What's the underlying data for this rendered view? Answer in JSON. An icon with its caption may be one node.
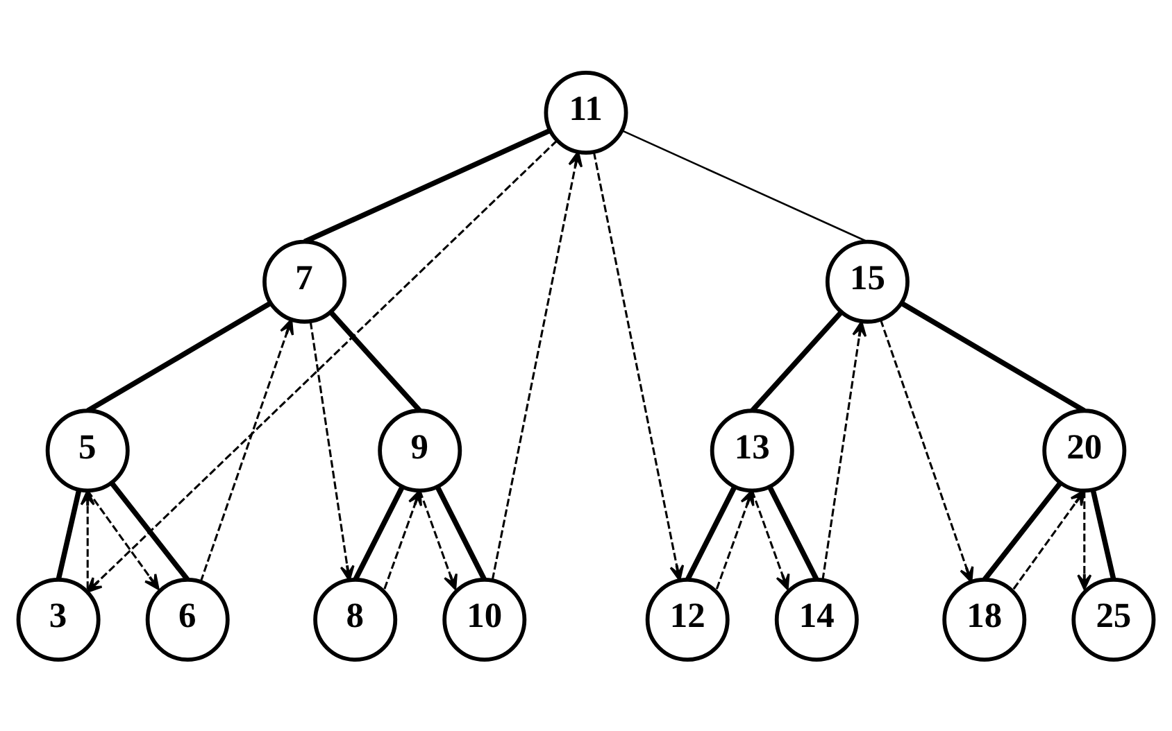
{
  "diagram": {
    "nodes": [
      {
        "text": [
          "11"
        ]
      },
      {
        "text": [
          "7"
        ]
      },
      {
        "text": [
          "15"
        ]
      },
      {
        "text": [
          "5"
        ]
      },
      {
        "text": [
          "9"
        ]
      },
      {
        "text": [
          "13"
        ]
      },
      {
        "text": [
          "20"
        ]
      },
      {
        "text": [
          "3"
        ]
      },
      {
        "text": [
          "6"
        ]
      },
      {
        "text": [
          "8"
        ]
      },
      {
        "text": [
          "10"
        ]
      },
      {
        "text": [
          "12"
        ]
      },
      {
        "text": [
          "14"
        ]
      },
      {
        "text": [
          "18"
        ]
      },
      {
        "text": [
          "25"
        ]
      }
    ],
    "edges": [
      {
        "from": 0,
        "to": 1,
        "arrow": "none",
        "style": "thick"
      },
      {
        "from": 0,
        "to": 2,
        "arrow": "none"
      },
      {
        "from": 1,
        "to": 3,
        "arrow": "none",
        "style": "thick"
      },
      {
        "from": 1,
        "to": 4,
        "arrow": "none",
        "style": "thick"
      },
      {
        "from": 2,
        "to": 5,
        "arrow": "none",
        "style": "thick"
      },
      {
        "from": 2,
        "to": 6,
        "arrow": "none",
        "style": "thick"
      },
      {
        "from": 3,
        "to": 7,
        "arrow": "none",
        "style": "thick"
      },
      {
        "from": 3,
        "to": 8,
        "arrow": "none",
        "style": "thick"
      },
      {
        "from": 4,
        "to": 9,
        "arrow": "none",
        "style": "thick"
      },
      {
        "from": 4,
        "to": 10,
        "arrow": "none",
        "style": "thick"
      },
      {
        "from": 5,
        "to": 11,
        "arrow": "none",
        "style": "thick"
      },
      {
        "from": 5,
        "to": 12,
        "arrow": "none",
        "style": "thick"
      },
      {
        "from": 6,
        "to": 13,
        "arrow": "none",
        "style": "thick"
      },
      {
        "from": 6,
        "to": 14,
        "arrow": "none",
        "style": "thick"
      },
      {
        "from": 0,
        "to": 7,
        "arrow": "to",
        "style": "dashed"
      },
      {
        "from": 7,
        "to": 3,
        "arrow": "to",
        "style": "dashed"
      },
      {
        "from": 3,
        "to": 8,
        "arrow": "to",
        "style": "dashed"
      },
      {
        "from": 8,
        "to": 1,
        "arrow": "to",
        "style": "dashed"
      },
      {
        "from": 1,
        "to": 9,
        "arrow": "to",
        "style": "dashed"
      },
      {
        "from": 9,
        "to": 4,
        "arrow": "to",
        "style": "dashed"
      },
      {
        "from": 4,
        "to": 10,
        "arrow": "to",
        "style": "dashed"
      },
      {
        "from": 10,
        "to": 0,
        "arrow": "to",
        "style": "dashed"
      },
      {
        "from": 0,
        "to": 11,
        "arrow": "to",
        "style": "dashed"
      },
      {
        "from": 11,
        "to": 5,
        "arrow": "to",
        "style": "dashed"
      },
      {
        "from": 5,
        "to": 12,
        "arrow": "to",
        "style": "dashed"
      },
      {
        "from": 12,
        "to": 2,
        "arrow": "to",
        "style": "dashed"
      },
      {
        "from": 2,
        "to": 13,
        "arrow": "to",
        "style": "dashed"
      },
      {
        "from": 13,
        "to": 6,
        "arrow": "to",
        "style": "dashed"
      },
      {
        "from": 6,
        "to": 14,
        "arrow": "to",
        "style": "dashed"
      }
    ]
  }
}
